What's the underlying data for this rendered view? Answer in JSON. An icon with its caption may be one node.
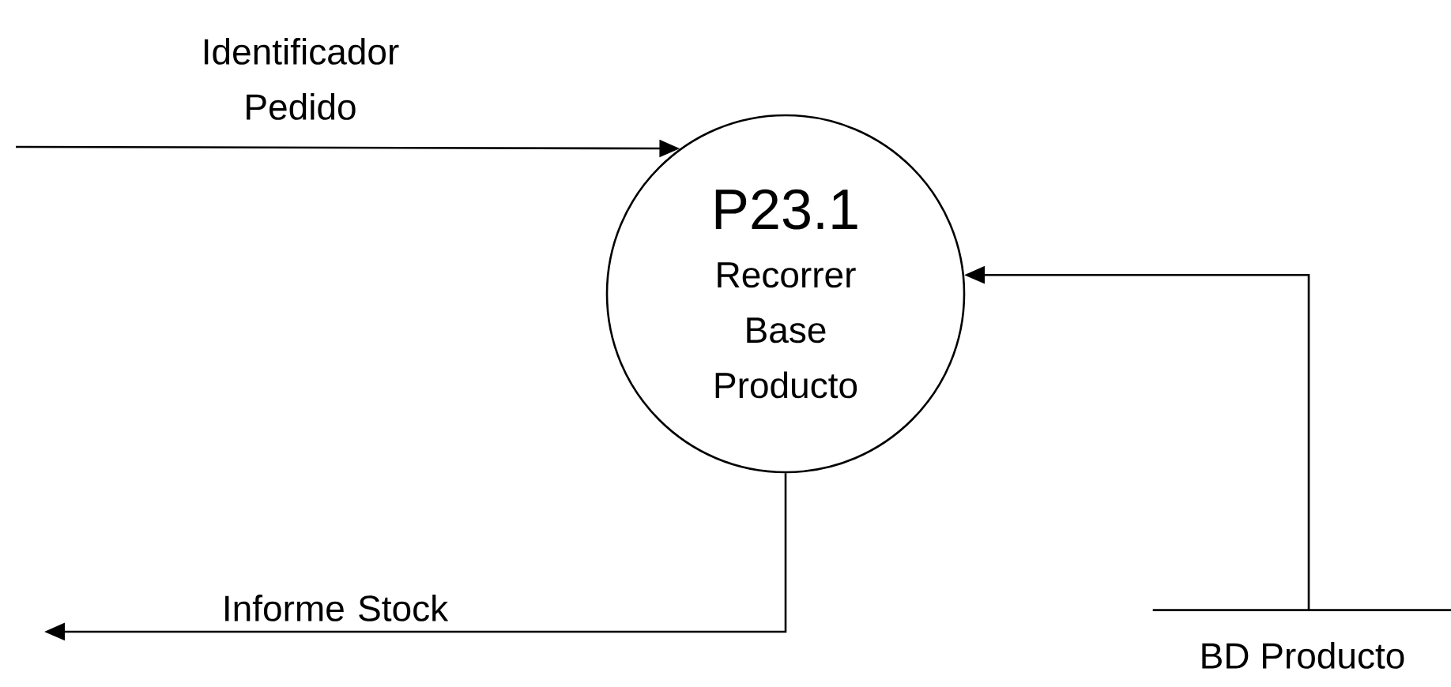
{
  "diagram": {
    "nodes": [
      {
        "text": [
          "P23.1",
          "Recorrer Base Producto"
        ]
      },
      {
        "text": [
          "BD Producto"
        ]
      }
    ],
    "edges": [
      {
        "from": null,
        "to": 0,
        "arrow": "to",
        "label": "Identificador Pedido"
      },
      {
        "from": 1,
        "to": 0,
        "arrow": "to"
      },
      {
        "from": 0,
        "to": null,
        "arrow": "to",
        "label": "Informe Stock"
      }
    ]
  }
}
